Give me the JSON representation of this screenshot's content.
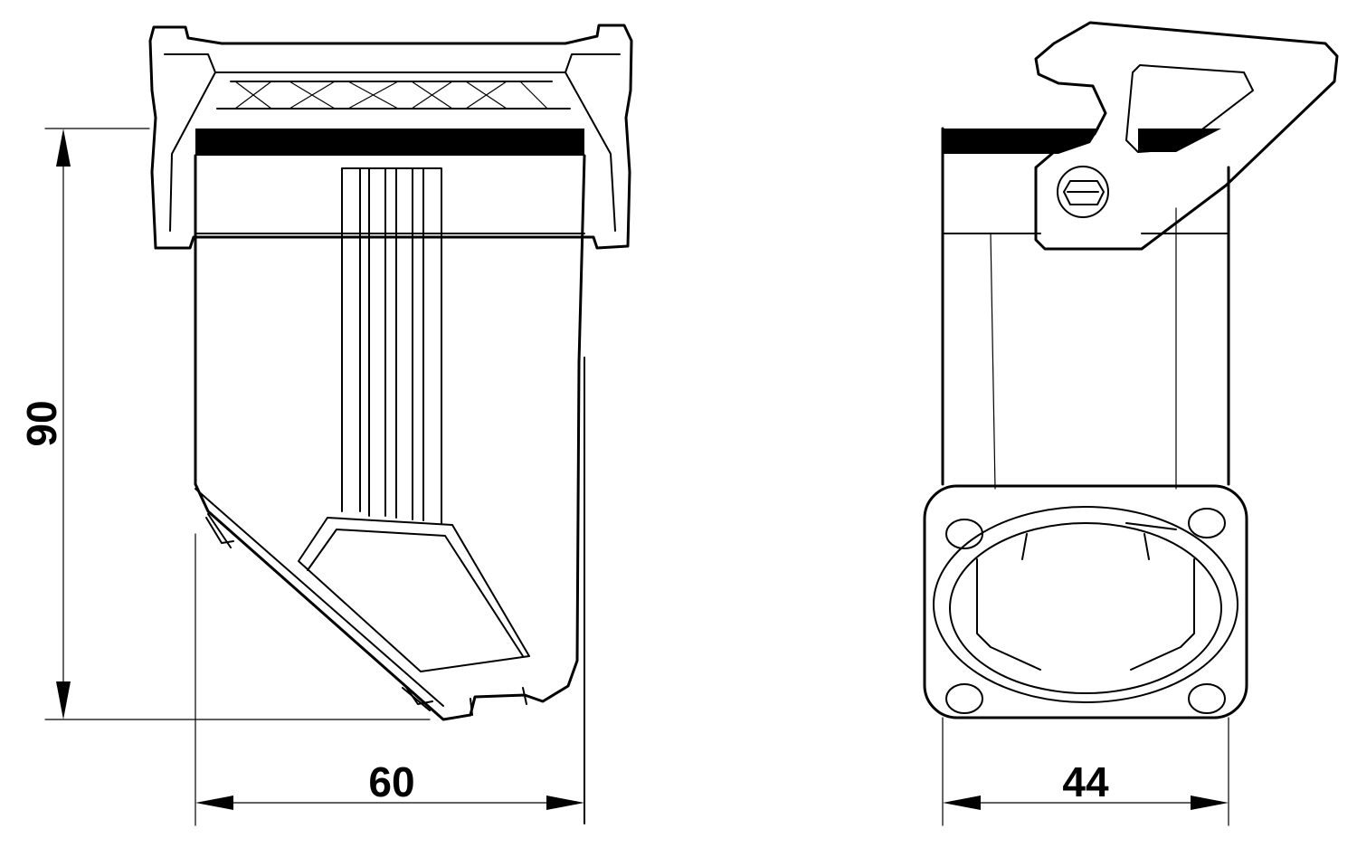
{
  "dimensions": {
    "height_label": "90",
    "front_width_label": "60",
    "side_width_label": "44"
  },
  "colors": {
    "stroke": "#000000",
    "background": "#ffffff"
  }
}
